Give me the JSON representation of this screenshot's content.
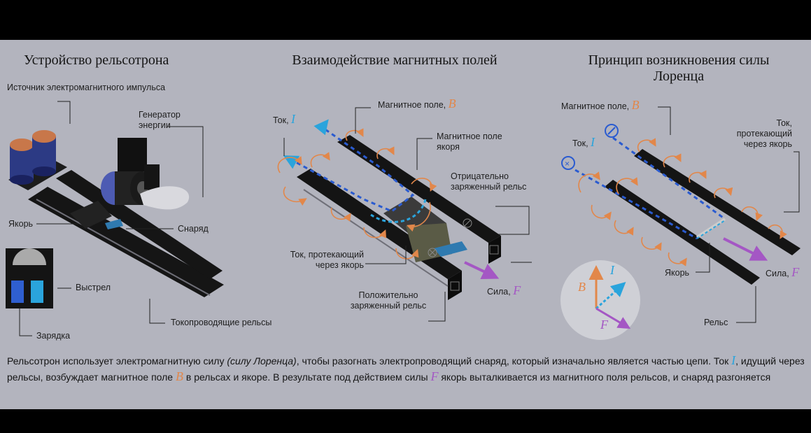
{
  "panels": {
    "device": {
      "title": "Устройство рельсотрона",
      "labels": {
        "source": "Источник электромагнитного импульса",
        "generator": "Генератор энергии",
        "armature": "Якорь",
        "projectile": "Снаряд",
        "shot": "Выстрел",
        "charging": "Зарядка",
        "rails": "Токопроводящие рельсы"
      }
    },
    "fields": {
      "title": "Взаимодействие магнитных полей",
      "labels": {
        "current": "Ток,",
        "current_sym": "I",
        "magfield": "Магнитное поле,",
        "magfield_sym": "B",
        "armature_field": "Магнитное поле якоря",
        "neg_rail": "Отрицательно заряженный рельс",
        "through_armature": "Ток, протекающий через якорь",
        "pos_rail": "Положительно заряженный рельс",
        "force": "Сила,",
        "force_sym": "F"
      }
    },
    "lorentz": {
      "title": "Принцип возникновения силы Лоренца",
      "labels": {
        "magfield": "Магнитное поле,",
        "magfield_sym": "B",
        "current": "Ток,",
        "current_sym": "I",
        "through_armature": "Ток, протекающий через якорь",
        "armature": "Якорь",
        "force": "Сила,",
        "force_sym": "F",
        "rail": "Рельс",
        "vec_b": "B",
        "vec_i": "I",
        "vec_f": "F"
      }
    }
  },
  "caption": {
    "p1": "Рельсотрон использует электромагнитную силу ",
    "p1_it": "(силу Лоренца)",
    "p2": ", чтобы разогнать электропроводящий снаряд, который изначально является частью цепи. Ток ",
    "sym_i": "I",
    "p3": ", идущий через рельсы, возбуждает магнитное поле ",
    "sym_b": "B",
    "p4": " в рельсах и якоре. В результате под действием силы ",
    "sym_f": "F",
    "p5": " якорь выталкивается из магнитного поля рельсов, и снаряд разгоняется"
  },
  "colors": {
    "field": "#e2874a",
    "current": "#2aa4dc",
    "force": "#a457c4",
    "rail": "#141414"
  }
}
